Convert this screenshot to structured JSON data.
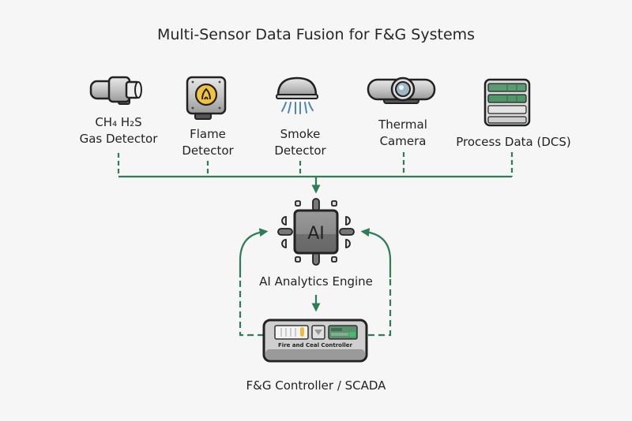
{
  "title": "Multi-Sensor Data Fusion for F&G Systems",
  "sensors": [
    {
      "icon": "gas-detector-icon",
      "line1": "CH₄ H₂S",
      "line2": "Gas Detector"
    },
    {
      "icon": "flame-detector-icon",
      "line1": "Flame",
      "line2": "Detector"
    },
    {
      "icon": "smoke-detector-icon",
      "line1": "Smoke",
      "line2": "Detector"
    },
    {
      "icon": "thermal-camera-icon",
      "line1": "Thermal",
      "line2": "Camera"
    },
    {
      "icon": "process-data-server-icon",
      "line1": "Process Data (DCS)"
    }
  ],
  "engine": {
    "chip_text": "AI",
    "label": "AI Analytics Engine"
  },
  "controller": {
    "panel_text": "Fire and Ceal Controller",
    "label": "F&G Controller / SCADA"
  },
  "colors": {
    "connector": "#2e7d57",
    "background": "#f5f6f5",
    "flame_badge": "#f2c13d"
  }
}
